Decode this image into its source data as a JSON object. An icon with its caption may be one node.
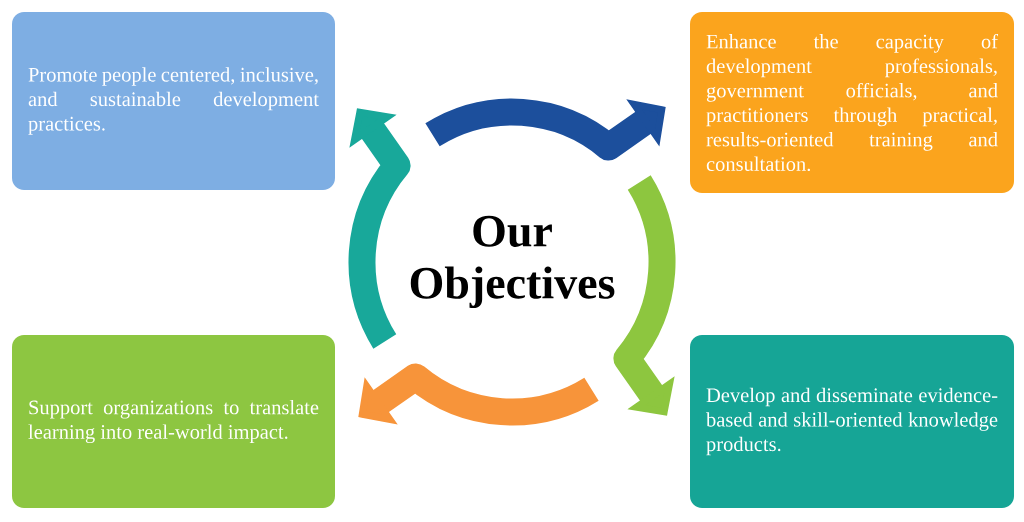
{
  "diagram": {
    "nodes": [
      {
        "text": [
          "Promote people centered, inclusive, and sustainable development practices."
        ]
      },
      {
        "text": [
          "Enhance the capacity of development professionals, government officials, and practitioners through practical, results-oriented training and consultation."
        ]
      },
      {
        "text": [
          "Our Objectives"
        ]
      },
      {
        "text": [
          "Support organizations to translate learning into real-world impact."
        ]
      },
      {
        "text": [
          "Develop and disseminate evidence-based and skill-oriented knowledge products."
        ]
      }
    ],
    "edges": [
      {
        "from": null,
        "to": 1,
        "arrow": "to",
        "color": "#1c4f9c"
      },
      {
        "from": null,
        "to": 4,
        "arrow": "to",
        "color": "#8dc63f"
      },
      {
        "from": null,
        "to": 3,
        "arrow": "to",
        "color": "#f7943a"
      },
      {
        "from": null,
        "to": 0,
        "arrow": "to",
        "color": "#18a89a"
      }
    ]
  }
}
